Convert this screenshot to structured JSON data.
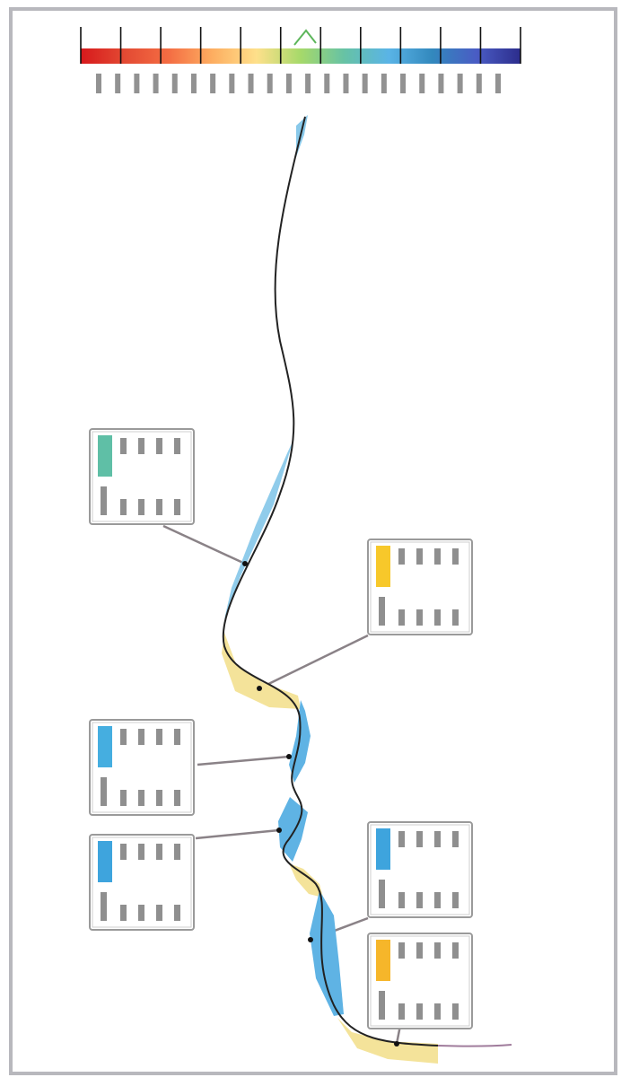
{
  "figure": {
    "colorbar": {
      "stops": [
        "#d7191c",
        "#e34a33",
        "#f46d43",
        "#fdae61",
        "#fee08b",
        "#a6d96a",
        "#66c2a5",
        "#5ab4e6",
        "#3288bd",
        "#4a5cc4",
        "#2c2d8c"
      ],
      "tick_count": 12,
      "label_count": 22,
      "marker_index": 5.6
    },
    "panels": [
      {
        "id": "panel-1",
        "swatch": "#5fbfa6"
      },
      {
        "id": "panel-2",
        "swatch": "#f7c82a"
      },
      {
        "id": "panel-3",
        "swatch": "#45aee0"
      },
      {
        "id": "panel-4",
        "swatch": "#3ea4dd"
      },
      {
        "id": "panel-5",
        "swatch": "#3ea4dd"
      },
      {
        "id": "panel-6",
        "swatch": "#f6b62a"
      }
    ],
    "colors": {
      "path_line": "#222222",
      "band_blue": "#74bfe6",
      "band_yellow": "#f4e39a",
      "leader": "#8a8287",
      "tail": "#a07c9c"
    }
  }
}
